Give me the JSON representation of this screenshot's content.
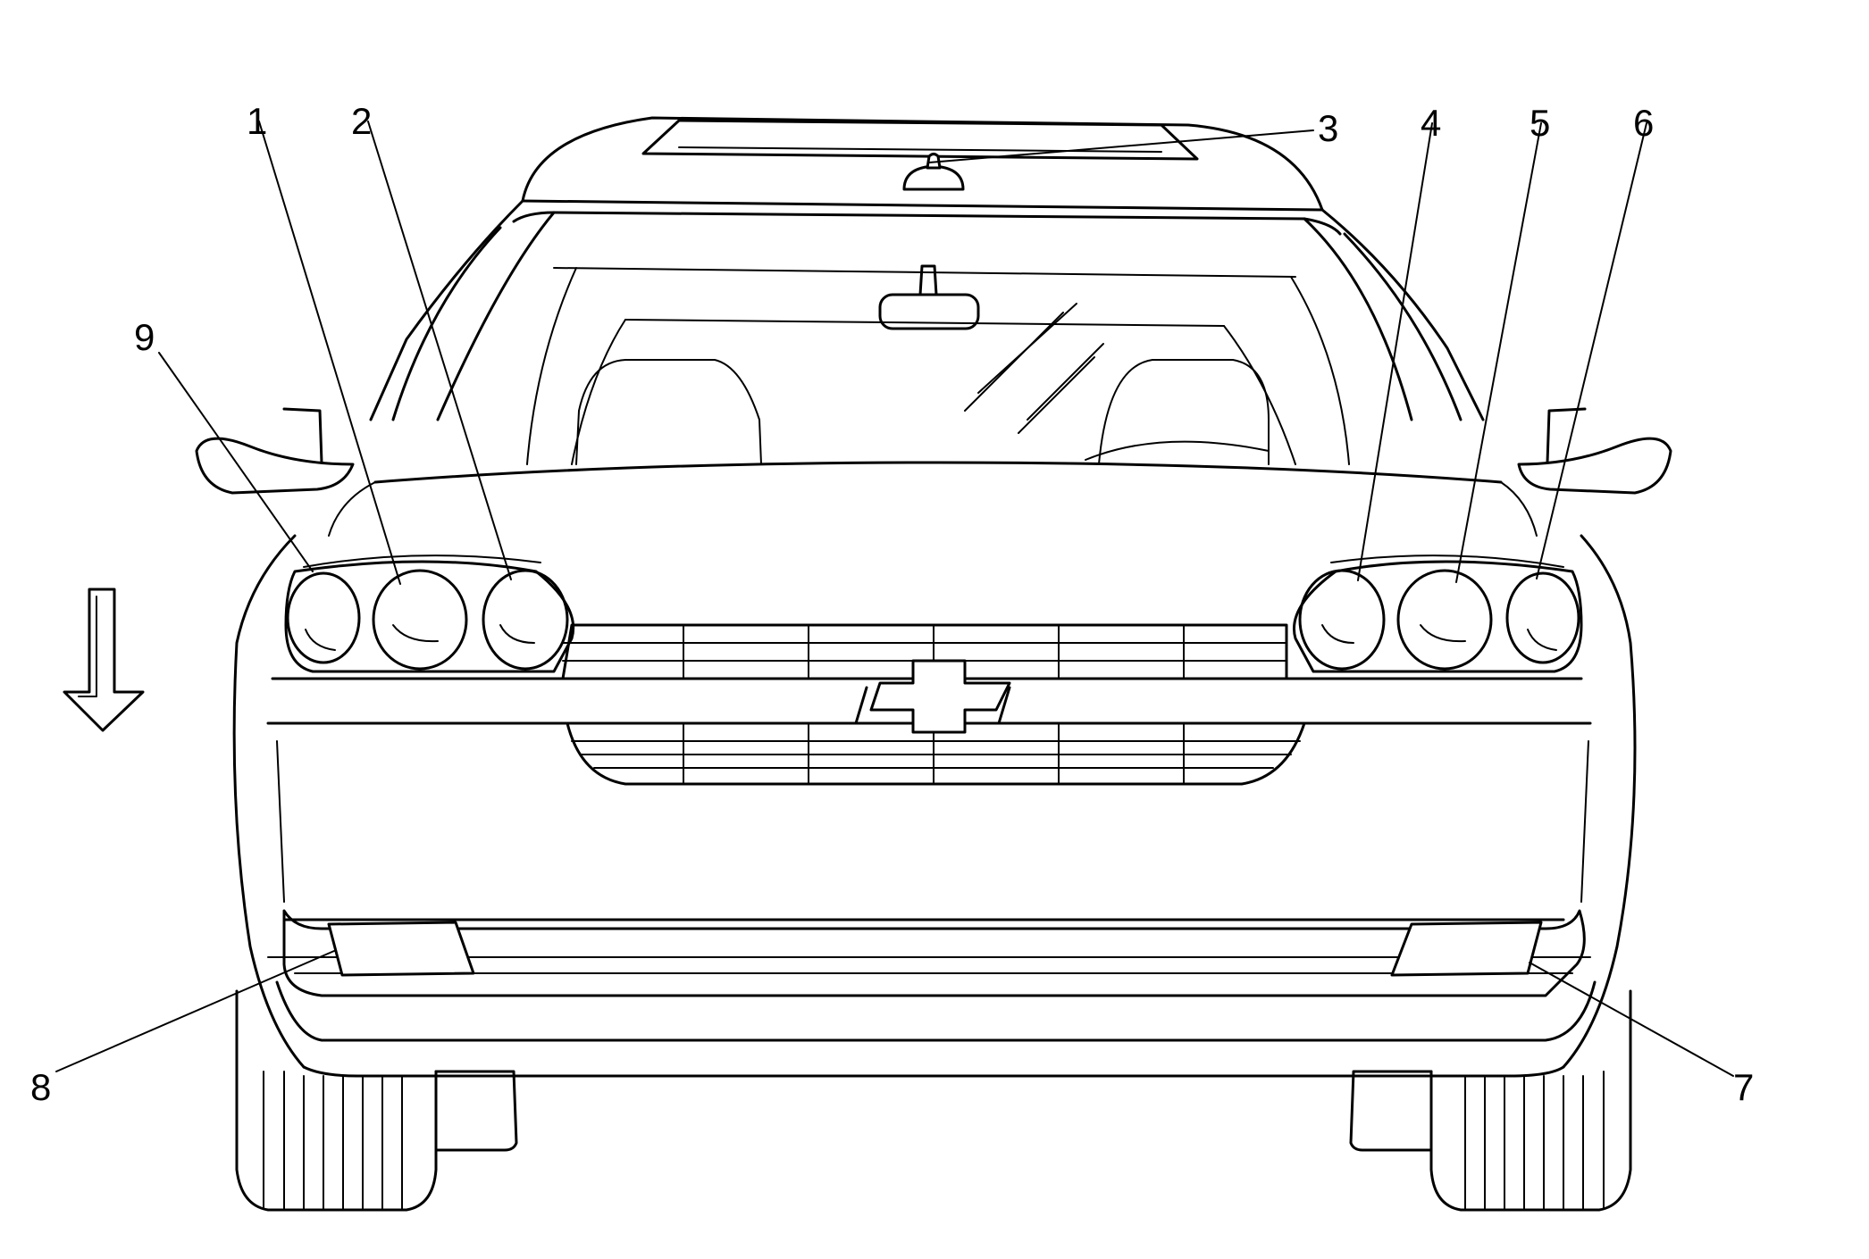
{
  "figure": {
    "type": "line-art diagram",
    "subject": "vehicle front view",
    "callouts": [
      {
        "id": "callout-1",
        "label": "1"
      },
      {
        "id": "callout-2",
        "label": "2"
      },
      {
        "id": "callout-3",
        "label": "3"
      },
      {
        "id": "callout-4",
        "label": "4"
      },
      {
        "id": "callout-5",
        "label": "5"
      },
      {
        "id": "callout-6",
        "label": "6"
      },
      {
        "id": "callout-7",
        "label": "7"
      },
      {
        "id": "callout-8",
        "label": "8"
      },
      {
        "id": "callout-9",
        "label": "9"
      }
    ],
    "view_direction_icon": "down-arrow-icon",
    "colors": {
      "line": "#000000",
      "background": "#ffffff"
    }
  }
}
